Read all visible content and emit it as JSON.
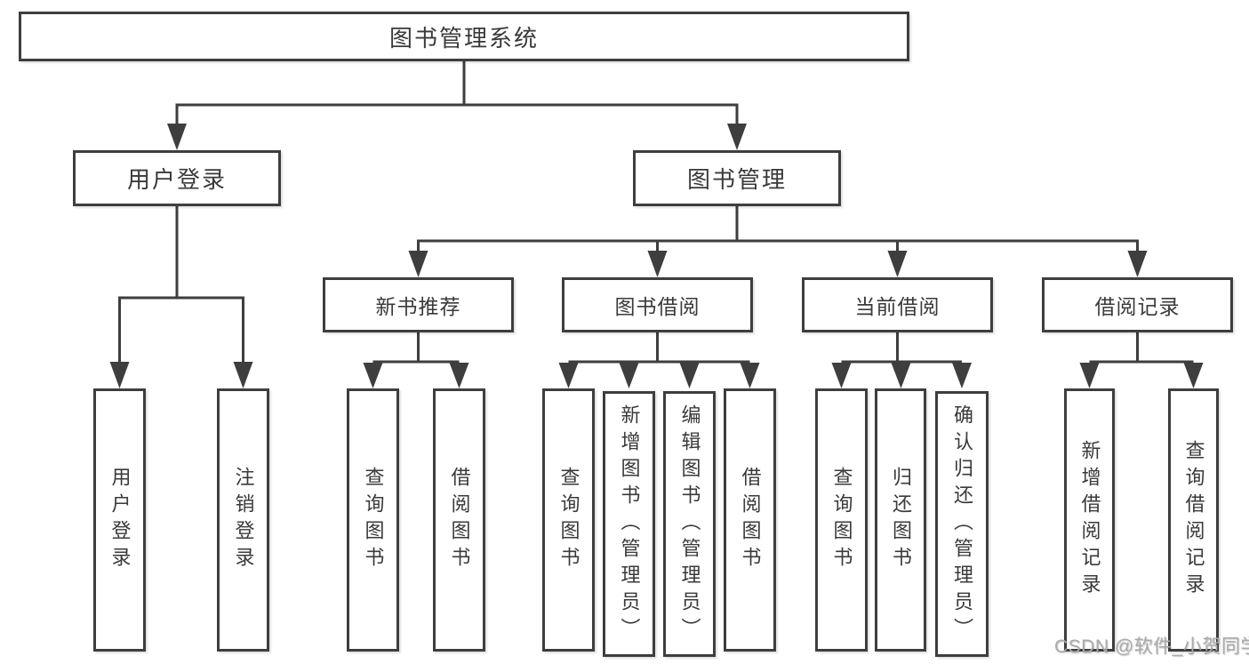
{
  "tree": {
    "root": {
      "label": "图书管理系统",
      "children": [
        {
          "label": "用户登录",
          "children": [
            {
              "label": "用户登录"
            },
            {
              "label": "注销登录"
            }
          ]
        },
        {
          "label": "图书管理",
          "children": [
            {
              "label": "新书推荐",
              "children": [
                {
                  "label": "查询图书"
                },
                {
                  "label": "借阅图书"
                }
              ]
            },
            {
              "label": "图书借阅",
              "children": [
                {
                  "label": "查询图书"
                },
                {
                  "label": "新增图书（管理员）"
                },
                {
                  "label": "编辑图书（管理员）"
                },
                {
                  "label": "借阅图书"
                }
              ]
            },
            {
              "label": "当前借阅",
              "children": [
                {
                  "label": "查询图书"
                },
                {
                  "label": "归还图书"
                },
                {
                  "label": "确认归还（管理员）"
                }
              ]
            },
            {
              "label": "借阅记录",
              "children": [
                {
                  "label": "新增借阅记录"
                },
                {
                  "label": "查询借阅记录"
                }
              ]
            }
          ]
        }
      ]
    }
  },
  "watermark": {
    "text": "CSDN @软件_小贺同学"
  },
  "colors": {
    "line": "#3e3e3e",
    "text": "#3a3a3a",
    "box_background": "#ffffff",
    "page_background": "#ffffff",
    "watermark": "#ababab"
  }
}
